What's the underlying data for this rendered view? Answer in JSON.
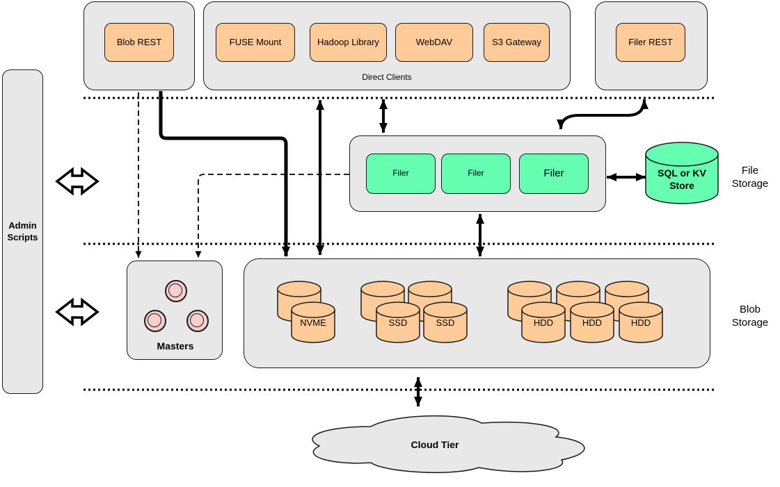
{
  "sidebar": {
    "label": "Admin Scripts"
  },
  "clients": {
    "blob_rest": "Blob REST",
    "direct_clients_label": "Direct Clients",
    "direct_clients": [
      "FUSE Mount",
      "Hadoop Library",
      "WebDAV",
      "S3 Gateway"
    ],
    "filer_rest": "Filer REST"
  },
  "file_storage": {
    "layer_label": "File Storage",
    "filers": [
      "Filer",
      "Filer",
      "Filer"
    ],
    "metadata_store": "SQL or KV Store"
  },
  "blob_storage": {
    "layer_label": "Blob Storage",
    "masters_label": "Masters",
    "volume_labels": [
      "NVME",
      "SSD",
      "SSD",
      "HDD",
      "HDD",
      "HDD"
    ]
  },
  "cloud": {
    "label": "Cloud Tier"
  },
  "colors": {
    "container_gray": "#e8e8e8",
    "client_orange": "#ffcc99",
    "filer_green": "#66ffb2",
    "master_pink": "#f8cecc",
    "stroke": "#1a1a1a"
  }
}
